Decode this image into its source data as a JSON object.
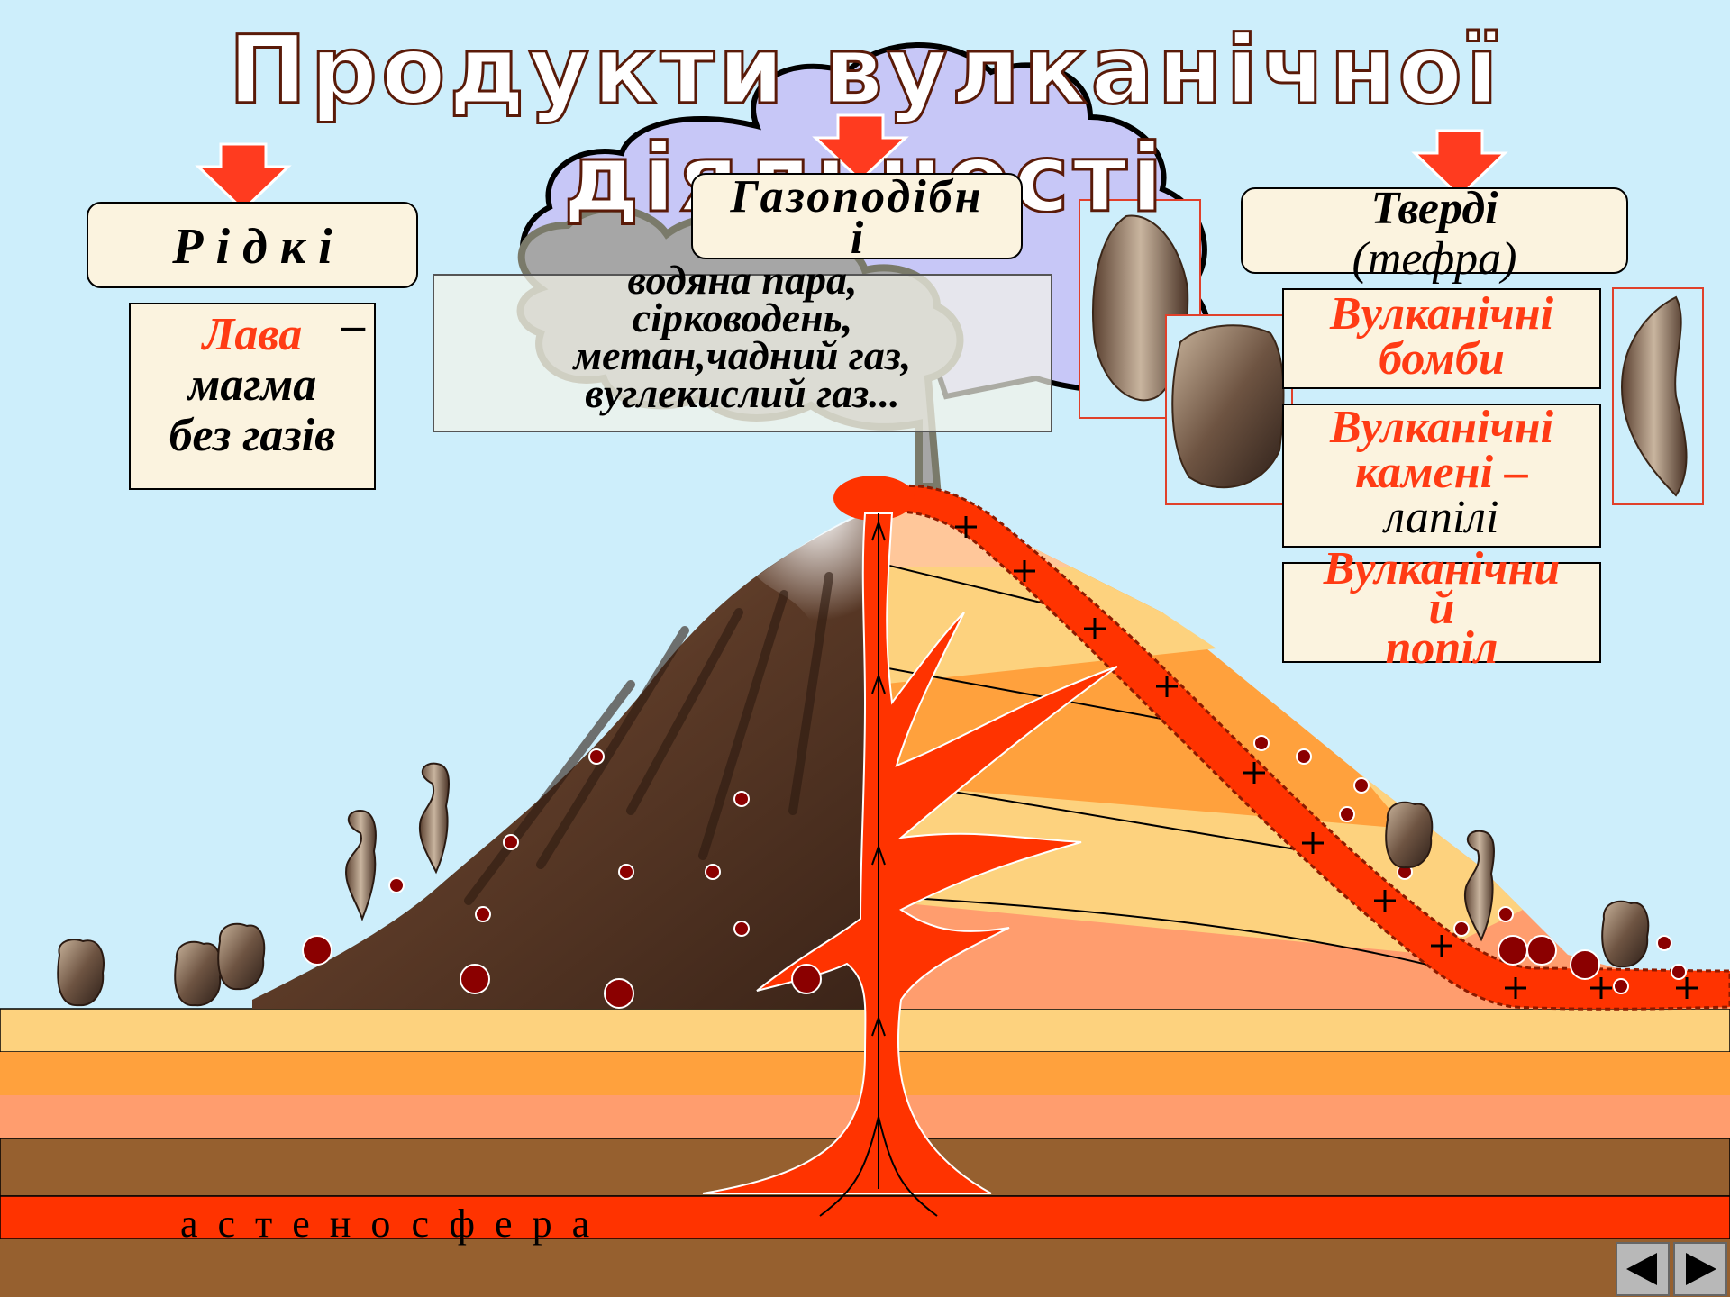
{
  "title": "Продукти вулканічної діяльності",
  "liquid": {
    "heading": "Р і д к і",
    "lava_word": "Лава",
    "lava_dash": "–",
    "line2": "магма",
    "line3": "без газів"
  },
  "gaseous": {
    "heading_line1": "Газоподібн",
    "heading_line2": "і",
    "gases": [
      "водяна пара,",
      "сірководень,",
      "метан,чадний газ,",
      "вуглекислий газ..."
    ]
  },
  "solid": {
    "heading_line1": "Тверді",
    "heading_line2": "(тефра)",
    "bombs": [
      "Вулканічні",
      "бомби"
    ],
    "stones_line1": "Вулканічні",
    "stones_line2": "камені –",
    "stones_line3": "лапілі",
    "ash": [
      "Вулканічни",
      "й",
      "попіл"
    ]
  },
  "asthenosphere_label": "астеносфера",
  "colors": {
    "sky": "#cdeefb",
    "magma": "#ff3300",
    "label_red": "#ff3b14",
    "cloud": "#c7c7f7",
    "smoke": "#a6a6a6",
    "mountain": "#6b4a33",
    "earth_brown": "#96602f",
    "layer_light": "#fdd27e",
    "layer_orange": "#ffa13d",
    "layer_salmon": "#ff9d6e",
    "arrow_red": "#ff3b1f"
  },
  "icons": [
    "down-arrow-icon",
    "plus-icon",
    "prev-arrow-icon",
    "next-arrow-icon"
  ],
  "nav": {
    "prev": "previous-slide",
    "next": "next-slide"
  }
}
